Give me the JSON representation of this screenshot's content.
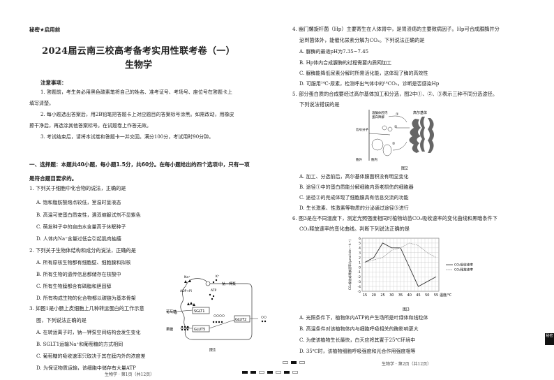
{
  "left_page": {
    "secret_label": "秘密★启用前",
    "title": "2024届云南三校高考备考实用性联考卷（一）",
    "subject": "生物学",
    "notice_heading": "注意事项：",
    "notices": [
      "1. 答题前，考生务必用黑色碳素笔将自己的姓名、准考证号、考场号、座位号在答题卡上",
      "填写清楚。",
      "2. 每小题选出答案后，用2B铅笔把答题卡上对应题目的答案标号涂黑。如需改动，用橡皮",
      "擦干净后，再选涂其他答案标号。在试题卷上作答无效。",
      "3. 考试结束后，请将本试卷和答题卡一并交回。满分100分，考试用时90分钟。"
    ],
    "section_heading_line1": "一、选择题：本题共40小题，每小题1.5分，共60分。在每小题给出的四个选项中，只有一项",
    "section_heading_line2": "是符合题目要求的。",
    "questions": [
      {
        "stem": "1. 下列关于细胞中化合物的说法，正确的是",
        "options": [
          "A. 饱和脂肪酸熔点较低，室温时呈液态",
          "B. 高温可使蛋白质变性，遇双缩脲试剂不显紫色",
          "C. 萌发种子中的自由水含量高于休眠种子",
          "D. 人体内Na⁺含量过低会引起肌肉抽搐"
        ]
      },
      {
        "stem": "2. 下列关于生物体结构和成分的说法，正确的是",
        "options": [
          "A. 所有原核生物都有细胞壁、细胞膜和拟核",
          "B. 所有生物的遗传信息都储存在核酸中",
          "C. 所有生物膜都含有磷脂和胆固醇",
          "D. 所有构成生物的化合物都以碳链为基本骨架"
        ]
      },
      {
        "stem_line1": "3. 如图1是小肠上皮细胞上几种转运蛋白的工作示意",
        "stem_line2": "图，下列说法正确的是",
        "options": [
          "A. 在转运离子时，钠—钾泵空间结构会发生变化",
          "B. SGLT1运输Na⁺和葡萄糖的方式相同",
          "C. 葡萄糖的吸收速率只取决于其在膜内外的浓度差",
          "D. 为保证物质运输，该细胞中储存有大量ATP"
        ]
      }
    ],
    "figure1": {
      "caption": "图1",
      "labels": {
        "na": "Na⁺",
        "k": "K⁺",
        "pump": "钠—钾泵",
        "adp": "ADP+Pi",
        "atp": "ATP",
        "sglt1": "SGLT1",
        "glut5": "GLUT5",
        "glut2": "GLUT2",
        "glucose": "葡萄糖",
        "fructose": "果糖"
      }
    },
    "footer": "生物学 · 第1页（共12页）"
  },
  "right_page": {
    "questions": [
      {
        "stem_line1": "4. 幽门螺旋杆菌（Hp）主要寄生在人体胃中，是胃溃疡的主要致病因子。Hp可合成脲酶并分",
        "stem_line2": "泌到菌体外，能催化尿素分解为CO₂。下列说法正确的是",
        "options": [
          "A. 脲酶的最适pH为7.35~7.45",
          "B. Hp体内合成脲酶的过程需要内质网加工",
          "C. 脲酶能降低尿素分解时所需活化能，这体现了酶的高效性",
          "D. 可服用¹⁴C-尿素，检测呼出气体中的¹⁴CO₂，诊断是否感染Hp"
        ]
      },
      {
        "stem_line1": "5. 部分蛋白质的合成要经过高尔基体加工和分选，图2中①、②、③表示三种不同分选途径。",
        "stem_line2": "下列说法错误的是",
        "options": [
          "A. 加工、分选前后，高尔基体膜面积没有明显变化",
          "B. 途径①中的蛋白质能分解细胞内衰老损伤的细胞器",
          "C. 途径②的完成体现了细胞膜具有信息交流的功能",
          "D. 生长激素、性激素等物质的分泌通过途径③进行"
        ]
      },
      {
        "stem_line1": "6. 图3是在不同温度下，测定光照强度相同时植物幼苗CO₂吸收速率的变化曲线和黑暗条件下",
        "stem_line2": "CO₂释放速率的变化曲线。判断下列说法正确的是",
        "options": [
          "A. 光照条件下，植物体内ATP的产生场所是叶绿体和线粒体",
          "B. 高温条件对该植物体内与细胞呼吸相关的酶影响更大",
          "C. 为使该植物生长最快，白天应将其置于25℃环境中",
          "D. 35℃时，该植物细胞呼吸强度和光合作用强度相等"
        ]
      }
    ],
    "figure2": {
      "caption": "图2",
      "labels": {
        "lysosome": "溶酶体腔内",
        "lysosome2": "蛋白降解",
        "golgi": "高尔基体",
        "receptor": "信号分子",
        "outside": "胞外",
        "inside": "胞内",
        "p1": "①",
        "p2": "②",
        "p3": "③"
      }
    },
    "footer": "生物学 · 第2页（共12页）",
    "side_tab": "秘密"
  },
  "chart_data": {
    "type": "line",
    "title": "图3",
    "xlabel": "温度/℃",
    "ylabel": "CO₂吸收或释放速率/(μmol·dm⁻²·h⁻¹)",
    "x": [
      15,
      20,
      25,
      30,
      35,
      40,
      45,
      50,
      55
    ],
    "ylim": [
      -5,
      6
    ],
    "yticks": [
      6,
      5,
      4,
      3,
      2,
      1,
      0,
      -1,
      -2,
      -3,
      -4,
      -5
    ],
    "grid": true,
    "legend_position": "right",
    "series": [
      {
        "name": "CO₂吸收速率",
        "style": "solid",
        "x": [
          15,
          20,
          25,
          30,
          35,
          40,
          45,
          50,
          55
        ],
        "values": [
          1,
          2,
          5,
          4,
          4,
          0,
          -4,
          -3,
          -2
        ]
      },
      {
        "name": "CO₂释放速率",
        "style": "dashed",
        "x": [
          15,
          20,
          25,
          30,
          35,
          40,
          45,
          50,
          55
        ],
        "values": [
          1,
          1.5,
          2,
          3.5,
          4,
          5,
          4.5,
          3,
          2
        ]
      }
    ]
  }
}
